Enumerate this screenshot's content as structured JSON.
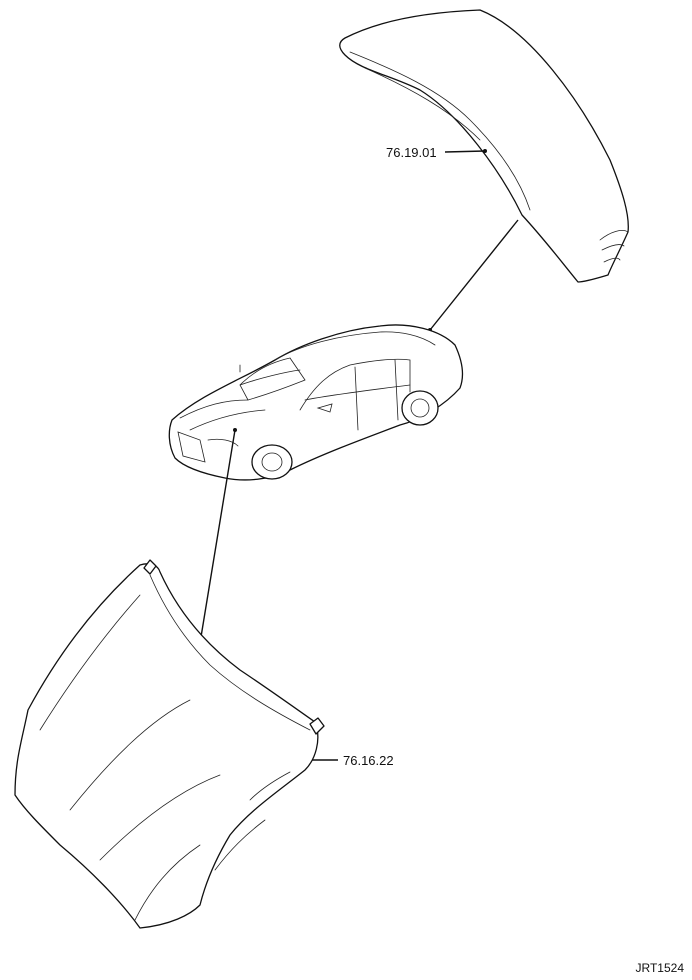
{
  "parts": [
    {
      "name": "boot-lid",
      "label": "76.19.01"
    },
    {
      "name": "hood",
      "label": "76.16.22"
    }
  ],
  "figure_ref": "JRT1524"
}
